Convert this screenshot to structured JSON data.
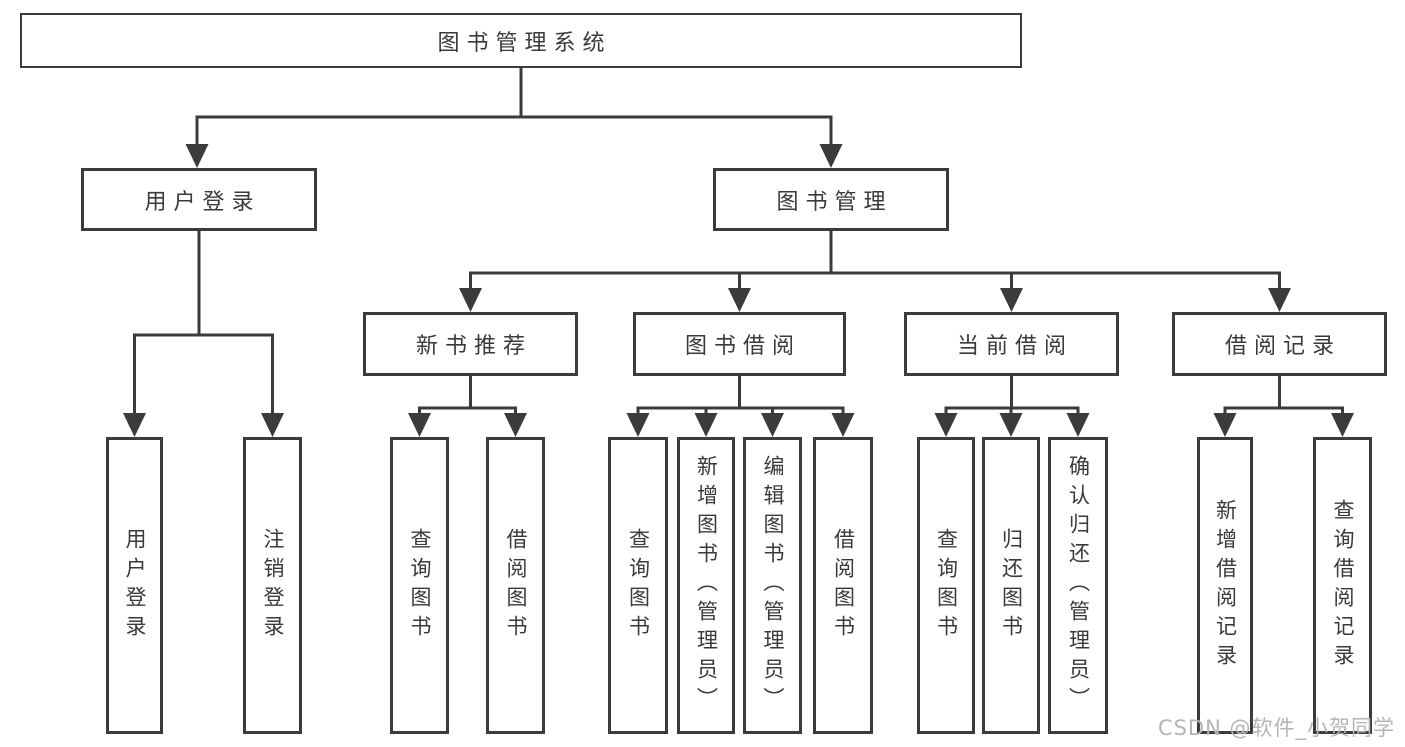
{
  "chart": {
    "root": {
      "label": "图书管理系统"
    },
    "branches": [
      {
        "label": "用户登录"
      },
      {
        "label": "图书管理"
      }
    ],
    "modules": [
      {
        "label": "新书推荐"
      },
      {
        "label": "图书借阅"
      },
      {
        "label": "当前借阅"
      },
      {
        "label": "借阅记录"
      }
    ],
    "functions": [
      {
        "label": "用户登录",
        "parent": "用户登录"
      },
      {
        "label": "注销登录",
        "parent": "用户登录"
      },
      {
        "label": "查询图书",
        "parent": "新书推荐"
      },
      {
        "label": "借阅图书",
        "parent": "新书推荐"
      },
      {
        "label": "查询图书",
        "parent": "图书借阅"
      },
      {
        "label": "新增图书（管理员）",
        "parent": "图书借阅"
      },
      {
        "label": "编辑图书（管理员）",
        "parent": "图书借阅"
      },
      {
        "label": "借阅图书",
        "parent": "图书借阅"
      },
      {
        "label": "查询图书",
        "parent": "当前借阅"
      },
      {
        "label": "归还图书",
        "parent": "当前借阅"
      },
      {
        "label": "确认归还（管理员）",
        "parent": "当前借阅"
      },
      {
        "label": "新增借阅记录",
        "parent": "借阅记录"
      },
      {
        "label": "查询借阅记录",
        "parent": "借阅记录"
      }
    ],
    "watermark": "CSDN @软件_小贺同学",
    "colors": {
      "line": "#3b3b3b",
      "text": "#3a3a3a",
      "box_background": "#ffffff",
      "watermark": "#b5b5b5"
    }
  }
}
